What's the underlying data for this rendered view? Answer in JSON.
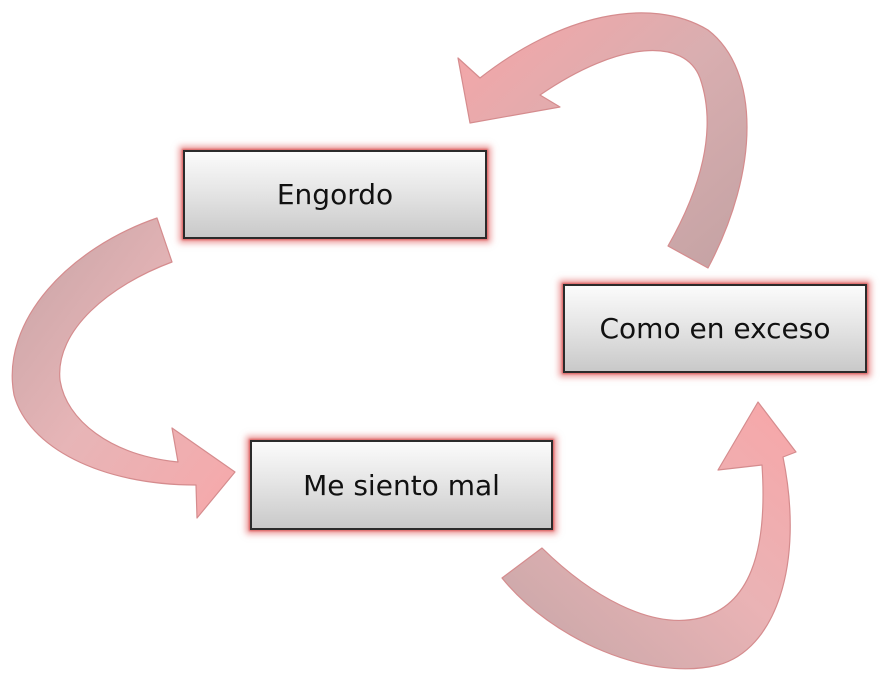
{
  "diagram": {
    "type": "cycle",
    "nodes": [
      {
        "id": "engordo",
        "label": "Engordo"
      },
      {
        "id": "exceso",
        "label": "Como en exceso"
      },
      {
        "id": "mal",
        "label": "Me siento mal"
      }
    ],
    "edges": [
      {
        "from": "engordo",
        "to": "mal"
      },
      {
        "from": "mal",
        "to": "exceso"
      },
      {
        "from": "exceso",
        "to": "engordo"
      }
    ],
    "colors": {
      "arrow_fill": "#f4a9ab",
      "arrow_shade": "#c9a7a8",
      "arrow_stroke": "#d98a8c",
      "node_glow": "#de5050",
      "node_border": "#2b2b2b",
      "text": "#111111"
    }
  }
}
